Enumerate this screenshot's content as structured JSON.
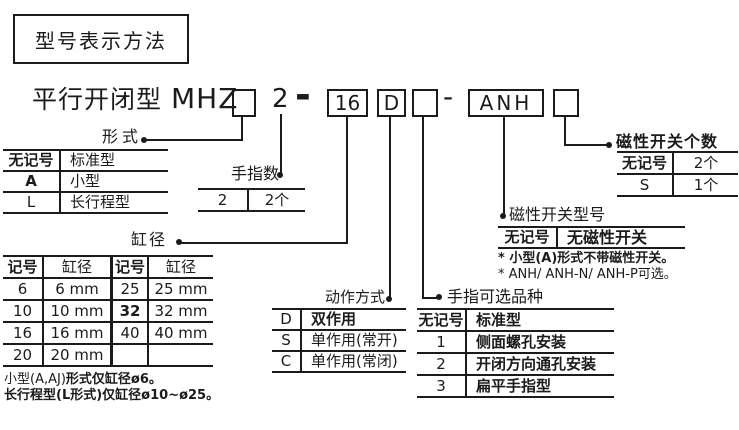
{
  "colors": {
    "ink": "#1b1b1b",
    "paper": "#ffffff"
  },
  "header": {
    "title": "型号表示方法"
  },
  "model": {
    "prefix": "平行开闭型",
    "series": "MHZ",
    "type_code": "",
    "fingers": "2",
    "dash": "-",
    "bore": "16",
    "action": "D",
    "option_code": "",
    "switch_series": "ANH",
    "qty_code": ""
  },
  "callouts": {
    "type": "形式",
    "fingers": "手指数",
    "bore": "缸径",
    "action": "动作方式",
    "finger_option": "手指可选品种",
    "switch_model": "磁性开关型号",
    "switch_qty": "磁性开关个数"
  },
  "type_table": {
    "rows": [
      {
        "code": "无记号",
        "label": "标准型"
      },
      {
        "code": "A",
        "label": "小型"
      },
      {
        "code": "L",
        "label": "长行程型"
      }
    ]
  },
  "fingers_table": {
    "code": "2",
    "label": "2个"
  },
  "bore_table": {
    "headers": [
      "记号",
      "缸径",
      "记号",
      "缸径"
    ],
    "rows": [
      [
        "6",
        "6 mm",
        "25",
        "25 mm"
      ],
      [
        "10",
        "10 mm",
        "32",
        "32 mm"
      ],
      [
        "16",
        "16 mm",
        "40",
        "40 mm"
      ],
      [
        "20",
        "20 mm",
        "",
        ""
      ]
    ]
  },
  "bore_notes": {
    "line1_normal": "小型(A,AJ)",
    "line1_bold": "形式仅缸径ø6。",
    "line2": "长行程型(L形式)仅缸径ø10~ø25。"
  },
  "action_table": {
    "rows": [
      {
        "code": "D",
        "label": "双作用"
      },
      {
        "code": "S",
        "label": "单作用(常开)"
      },
      {
        "code": "C",
        "label": "单作用(常闭)"
      }
    ]
  },
  "finger_option_table": {
    "rows": [
      {
        "code": "无记号",
        "label": "标准型"
      },
      {
        "code": "1",
        "label": "侧面螺孔安装"
      },
      {
        "code": "2",
        "label": "开闭方向通孔安装"
      },
      {
        "code": "3",
        "label": "扁平手指型"
      }
    ]
  },
  "switch_model_table": {
    "row": {
      "code": "无记号",
      "label": "无磁性开关"
    },
    "notes": [
      "* 小型(A)形式不带磁性开关。",
      "* ANH/ ANH-N/ ANH-P可选。"
    ]
  },
  "switch_qty_table": {
    "rows": [
      {
        "code": "无记号",
        "label": "2个"
      },
      {
        "code": "S",
        "label": "1个"
      }
    ]
  }
}
